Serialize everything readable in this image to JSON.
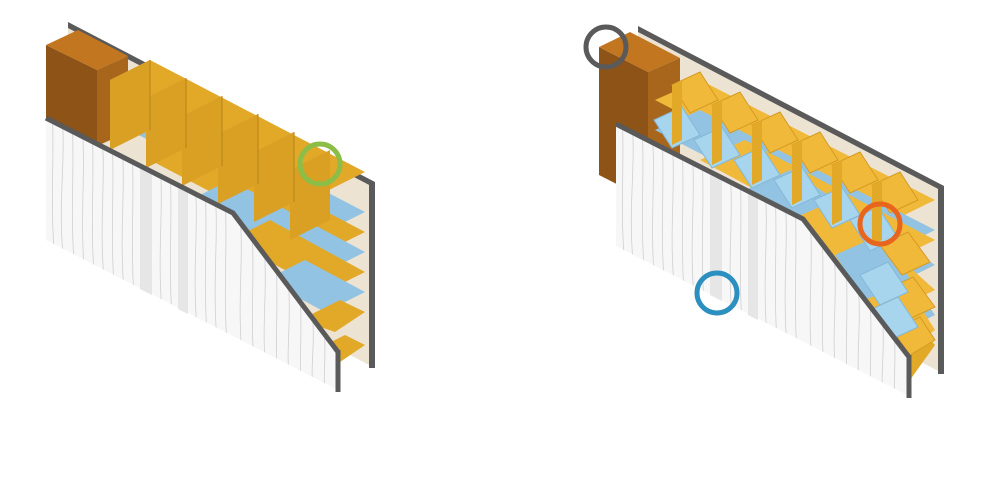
{
  "colors": {
    "background": "#ffffff",
    "wall_edge": "#5a5a5a",
    "back_panel": "#ece3d2",
    "post_front": "#8e5317",
    "post_top": "#c27620",
    "post_side": "#a8661c",
    "shelf_gold": "#e2a928",
    "shelf_gold_dark": "#c98f1c",
    "shelf_gold_top": "#f1b93a",
    "shelf_blue": "#92c3e2",
    "shelf_blue_dark": "#7aabcb",
    "facade": "#f7f7f7",
    "facade_line": "#cfcfcf",
    "marker_green": "#8cbd47",
    "marker_orange": "#e8651e",
    "marker_blue": "#2b8fbf",
    "marker_gray": "#5a5a5a"
  },
  "panels": [
    {
      "id": "left",
      "shelf_style": "straight",
      "shelf_rows": 6
    },
    {
      "id": "right",
      "shelf_style": "zigzag",
      "shelf_rows": 6
    }
  ],
  "markers": [
    {
      "panel": "left",
      "color_key": "marker_green",
      "icon": "circle-marker"
    },
    {
      "panel": "right",
      "color_key": "marker_gray",
      "icon": "circle-marker"
    },
    {
      "panel": "right",
      "color_key": "marker_orange",
      "icon": "circle-marker"
    },
    {
      "panel": "right",
      "color_key": "marker_blue",
      "icon": "circle-marker"
    }
  ]
}
